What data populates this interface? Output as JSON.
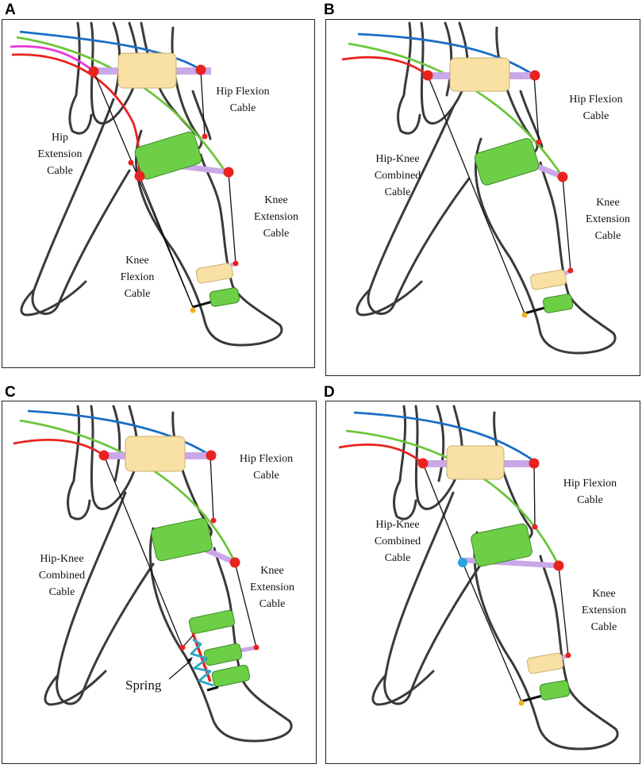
{
  "colors": {
    "hip_flexion_cable": "#1a6fc4",
    "knee_extension_cable": "#6cc63a",
    "hip_extension_cable": "#e8231f",
    "extra_cable_A": "#e838d8",
    "spring": "#2ba6c6",
    "hip_belt": "#f9e0a4",
    "thigh_wrap": "#6dcf45",
    "shank_wrap_lower": "#6dcf45",
    "shank_wrap_upper": "#f9e0a4",
    "strut": "#c9a8e8",
    "anchor_point": "#e8231f",
    "ankle_point": "#f0b020",
    "pivot_point": "#29a3e0"
  },
  "panels": [
    {
      "id": "A",
      "letter": "A",
      "labels": {
        "hip_flexion": "Hip Flexion\nCable",
        "hip_extension": "Hip\nExtension\nCable",
        "knee_extension": "Knee\nExtension\nCable",
        "knee_flexion": "Knee\nFlexion\nCable"
      }
    },
    {
      "id": "B",
      "letter": "B",
      "labels": {
        "hip_flexion": "Hip Flexion\nCable",
        "combined": "Hip-Knee\nCombined\nCable",
        "knee_extension": "Knee\nExtension\nCable"
      }
    },
    {
      "id": "C",
      "letter": "C",
      "labels": {
        "hip_flexion": "Hip Flexion\nCable",
        "combined": "Hip-Knee\nCombined\nCable",
        "knee_extension": "Knee\nExtension\nCable",
        "spring": "Spring"
      }
    },
    {
      "id": "D",
      "letter": "D",
      "labels": {
        "hip_flexion": "Hip Flexion\nCable",
        "combined": "Hip-Knee\nCombined\nCable",
        "knee_extension": "Knee\nExtension\nCable"
      }
    }
  ]
}
